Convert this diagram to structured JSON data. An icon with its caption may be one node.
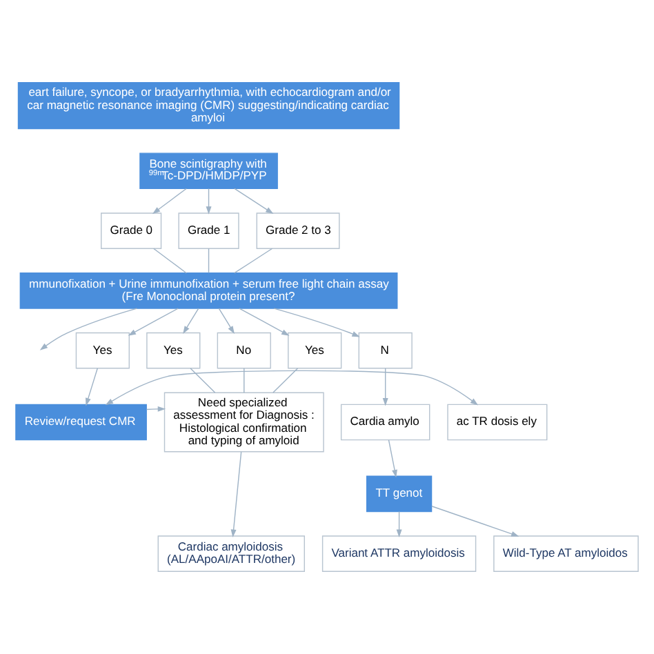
{
  "diagram": {
    "nodes": [
      {
        "text": [
          "eart failure, syncope, or bradyarrhythmia, with echocardiogram and/or car magnetic resonance imaging (CMR) suggesting/indicating cardiac amyloi"
        ]
      },
      {
        "text": [
          "Bone scintigraphy with $^{99m}$Tc-DPD/HMDP/PYP"
        ]
      },
      {
        "text": [
          "Grade 0"
        ]
      },
      {
        "text": [
          "Grade 1"
        ]
      },
      {
        "text": [
          "Grade 2 to 3"
        ]
      },
      {
        "text": [
          "mmunofixation + Urine immunofixation + serum free light chain assay (Fre Monoclonal protein present?"
        ]
      },
      {
        "text": [
          "Yes"
        ]
      },
      {
        "text": [
          "Yes"
        ]
      },
      {
        "text": [
          "No"
        ]
      },
      {
        "text": [
          "Yes"
        ]
      },
      {
        "text": [
          "N"
        ]
      },
      {
        "text": [
          "ac TR dosis ely"
        ]
      },
      {
        "text": [
          "Review/request CMR"
        ]
      },
      {
        "text": [
          "Need specialized assessment for Diagnosis : Histological confirmation and typing of amyloid"
        ]
      },
      {
        "text": [
          "Cardia amylo"
        ]
      },
      {
        "text": [
          "TT genot"
        ]
      },
      {
        "text": [
          "Cardiac amyloidosis (AL/AApoAI/ATTR/other)"
        ]
      },
      {
        "text": [
          "Variant ATTR amyloidosis"
        ]
      },
      {
        "text": [
          "Wild-Type AT amyloidos"
        ]
      }
    ],
    "edges": [
      {
        "from": 1,
        "to": 2,
        "arrow": "to"
      },
      {
        "from": 1,
        "to": 3,
        "arrow": "to"
      },
      {
        "from": 1,
        "to": 4,
        "arrow": "to"
      },
      {
        "from": 2,
        "to": 5,
        "arrow": "none"
      },
      {
        "from": 3,
        "to": 5,
        "arrow": "none"
      },
      {
        "from": 4,
        "to": 5,
        "arrow": "none"
      },
      {
        "from": 5,
        "to": null,
        "arrow": "to"
      },
      {
        "from": 5,
        "to": 6,
        "arrow": "to"
      },
      {
        "from": 5,
        "to": 7,
        "arrow": "to"
      },
      {
        "from": 5,
        "to": 8,
        "arrow": "to"
      },
      {
        "from": 5,
        "to": 9,
        "arrow": "to"
      },
      {
        "from": 5,
        "to": 10,
        "arrow": "to"
      },
      {
        "from": 7,
        "to": 13,
        "arrow": "none"
      },
      {
        "from": 8,
        "to": 13,
        "arrow": "none"
      },
      {
        "from": 9,
        "to": 13,
        "arrow": "none"
      },
      {
        "from": 6,
        "to": 12,
        "arrow": "to"
      },
      {
        "from": 12,
        "to": 11,
        "arrow": "both"
      },
      {
        "from": 12,
        "to": 13,
        "arrow": "to"
      },
      {
        "from": 10,
        "to": 14,
        "arrow": "to"
      },
      {
        "from": 13,
        "to": 16,
        "arrow": "to"
      },
      {
        "from": 14,
        "to": 15,
        "arrow": "to"
      },
      {
        "from": 15,
        "to": 17,
        "arrow": "to"
      },
      {
        "from": 15,
        "to": 18,
        "arrow": "to"
      }
    ]
  }
}
